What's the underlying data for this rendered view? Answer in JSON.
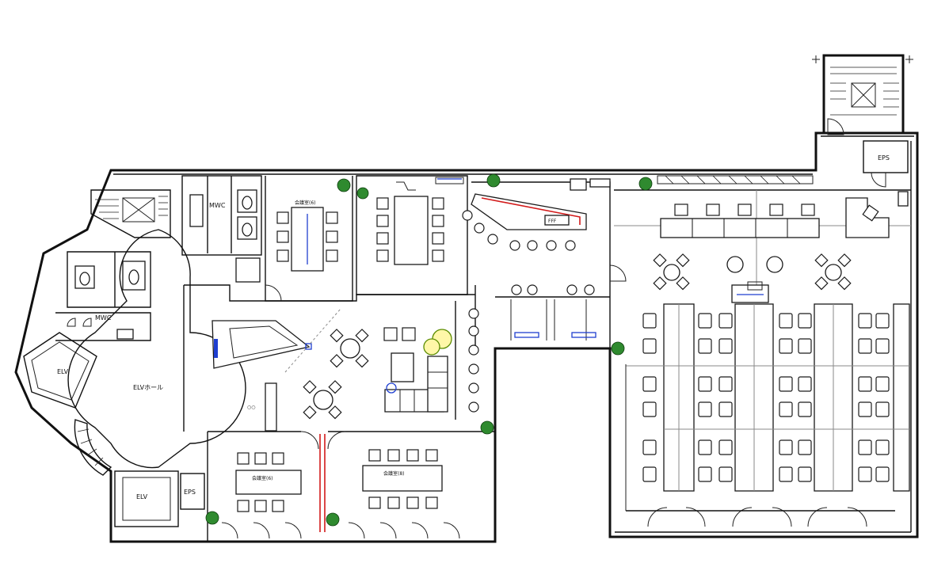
{
  "labels": {
    "mwc_upper": "MWC",
    "mwc_lower": "MWC",
    "elv_left": "ELV",
    "elv_bottom": "ELV",
    "elv_hall": "ELVホール",
    "eps_bottom": "EPS",
    "eps_top_right": "EPS",
    "meeting_room_top": "会議室(6)",
    "meeting_room_bl": "会議室(6)",
    "meeting_room_bc": "会議室(8)"
  },
  "colors": {
    "wall": "#111111",
    "accent_blue": "#1f3fd0",
    "accent_red": "#d21a1a",
    "plant_green": "#2f8a2f",
    "highlight_yellow": "#fff7a8"
  },
  "icons": [
    "stair-icon",
    "elevator-icon",
    "toilet-icon",
    "plant-icon",
    "chair-icon",
    "sofa-icon",
    "door-icon"
  ]
}
